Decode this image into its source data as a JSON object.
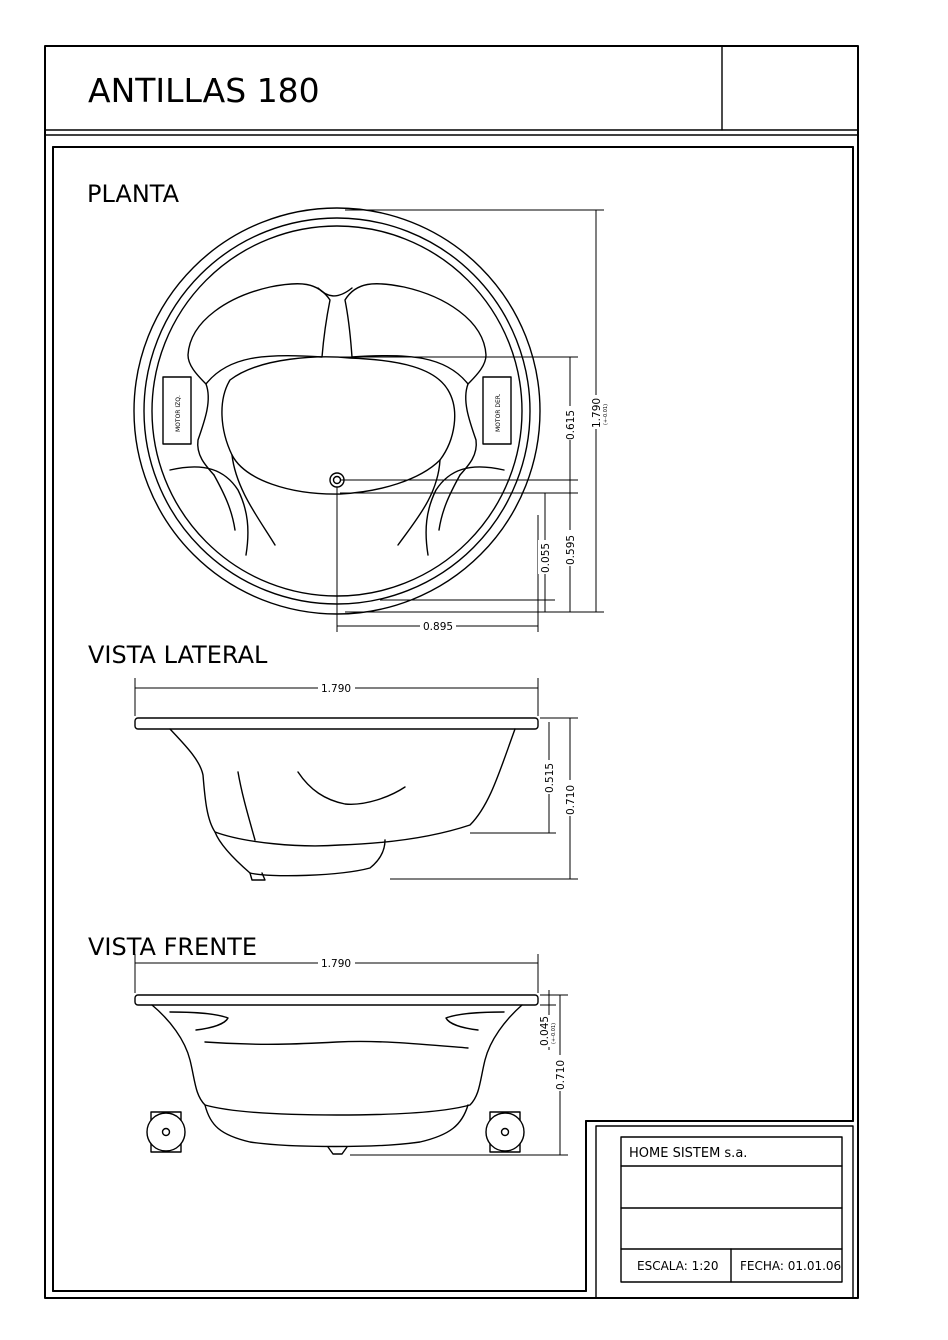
{
  "title": "ANTILLAS 180",
  "sections": {
    "planta": "PLANTA",
    "lateral": "VISTA LATERAL",
    "frente": "VISTA FRENTE"
  },
  "planta": {
    "motor_left": "MOTOR IZQ.",
    "motor_right": "MOTOR DER.",
    "dim_total": "1.790",
    "dim_total_tol": "(+-0.01)",
    "dim_615": "0.615",
    "dim_595": "0.595",
    "dim_055": "0.055",
    "dim_895": "0.895"
  },
  "lateral": {
    "dim_width": "1.790",
    "dim_515": "0.515",
    "dim_710": "0.710"
  },
  "frente": {
    "dim_width": "1.790",
    "dim_045": "0.045",
    "dim_045_tol": "(+-0.01)",
    "dim_710": "0.710"
  },
  "title_block": {
    "company": "HOME SISTEM s.a.",
    "row2": "",
    "row3": "",
    "scale": "ESCALA: 1:20",
    "date": "FECHA: 01.01.06"
  }
}
